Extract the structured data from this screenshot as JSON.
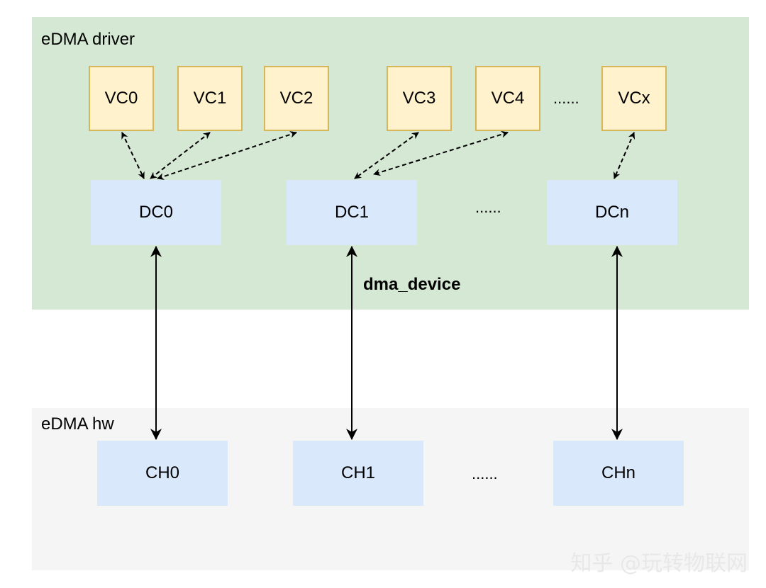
{
  "regions": {
    "driver_label": "eDMA driver",
    "hw_label": "eDMA hw"
  },
  "virtual_channels": [
    {
      "label": "VC0"
    },
    {
      "label": "VC1"
    },
    {
      "label": "VC2"
    },
    {
      "label": "VC3"
    },
    {
      "label": "VC4"
    },
    {
      "label": "VCx"
    }
  ],
  "vc_ellipsis": "......",
  "dma_channels": [
    {
      "label": "DC0"
    },
    {
      "label": "DC1"
    },
    {
      "label": "DCn"
    }
  ],
  "dc_ellipsis": "......",
  "hw_channels": [
    {
      "label": "CH0"
    },
    {
      "label": "CH1"
    },
    {
      "label": "CHn"
    }
  ],
  "ch_ellipsis": "......",
  "edge_label": "dma_device",
  "watermark": "知乎 @玩转物联网",
  "colors": {
    "driver_region": "#d5e8d4",
    "hw_region": "#f5f5f5",
    "vc_fill": "#fff2cc",
    "vc_stroke": "#d6b656",
    "dc_fill": "#dae8fc"
  }
}
